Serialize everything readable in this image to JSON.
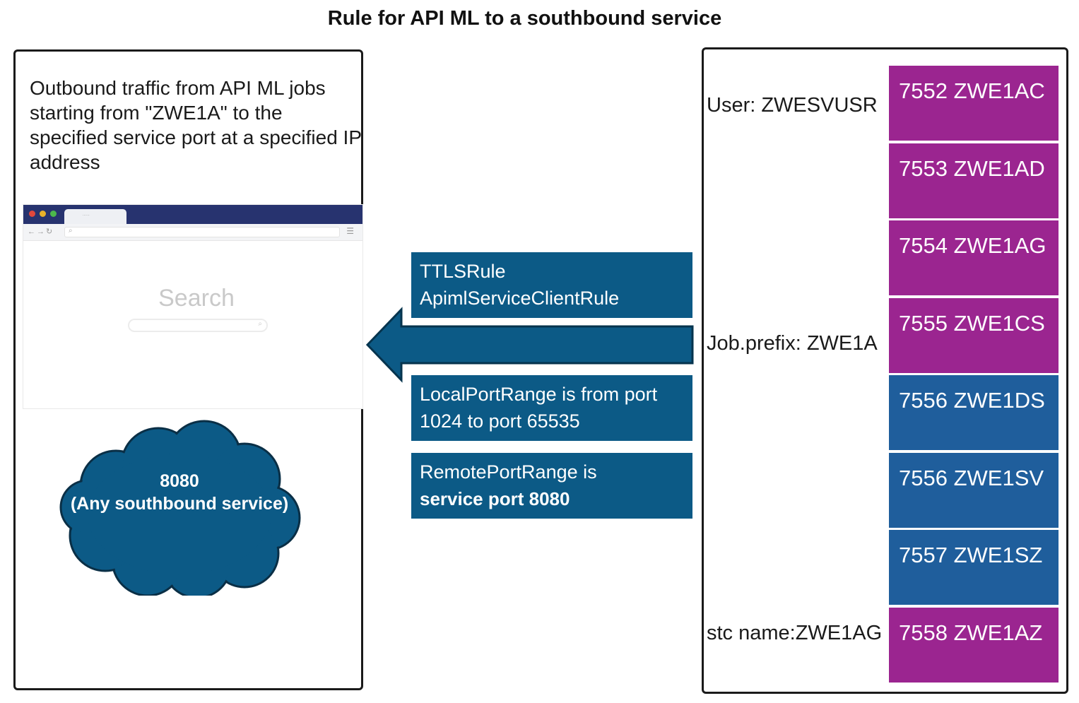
{
  "title": "Rule for API ML to a southbound service",
  "left_panel": {
    "description": "Outbound traffic from API ML jobs starting from \"ZWE1A\" to the specified service port at a specified IP address",
    "browser": {
      "search_label": "Search"
    },
    "cloud": {
      "port": "8080",
      "label": "(Any southbound service)",
      "color": "#0c5a86"
    }
  },
  "middle": {
    "ttls_rule": {
      "line1": "TTLSRule",
      "line2": "ApimlServiceClientRule"
    },
    "local_port_range": {
      "line1": "LocalPortRange is from port",
      "line2": "1024 to port 65535"
    },
    "remote_port_range": {
      "line1": "RemotePortRange is",
      "line2": "service port 8080"
    },
    "arrow_direction": "left",
    "box_color": "#0c5a86"
  },
  "right_panel": {
    "user_label": "User: ZWESVUSR",
    "job_prefix_label": "Job.prefix: ZWE1A",
    "stc_name_label": "stc name:ZWE1AG",
    "colors": {
      "magenta": "#9b2590",
      "blue": "#1f5e9c"
    },
    "jobs": [
      {
        "label": "7552 ZWE1AC",
        "color": "magenta"
      },
      {
        "label": "7553 ZWE1AD",
        "color": "magenta"
      },
      {
        "label": "7554 ZWE1AG",
        "color": "magenta"
      },
      {
        "label": "7555 ZWE1CS",
        "color": "magenta"
      },
      {
        "label": "7556 ZWE1DS",
        "color": "blue"
      },
      {
        "label": "7556 ZWE1SV",
        "color": "blue"
      },
      {
        "label": "7557 ZWE1SZ",
        "color": "blue"
      },
      {
        "label": "7558 ZWE1AZ",
        "color": "magenta"
      }
    ]
  }
}
